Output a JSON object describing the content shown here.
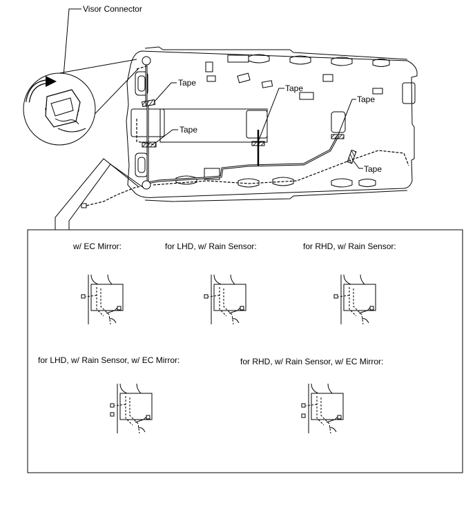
{
  "callouts": {
    "visor_connector": "Visor Connector",
    "tape_1": "Tape",
    "tape_2": "Tape",
    "tape_3": "Tape",
    "tape_4": "Tape",
    "tape_5": "Tape"
  },
  "variants": [
    {
      "label": "w/ EC Mirror:"
    },
    {
      "label": "for LHD, w/ Rain Sensor:"
    },
    {
      "label": "for RHD, w/ Rain Sensor:"
    },
    {
      "label": "for LHD, w/ Rain Sensor, w/ EC Mirror:"
    },
    {
      "label": "for RHD, w/ Rain Sensor, w/ EC Mirror:"
    }
  ]
}
